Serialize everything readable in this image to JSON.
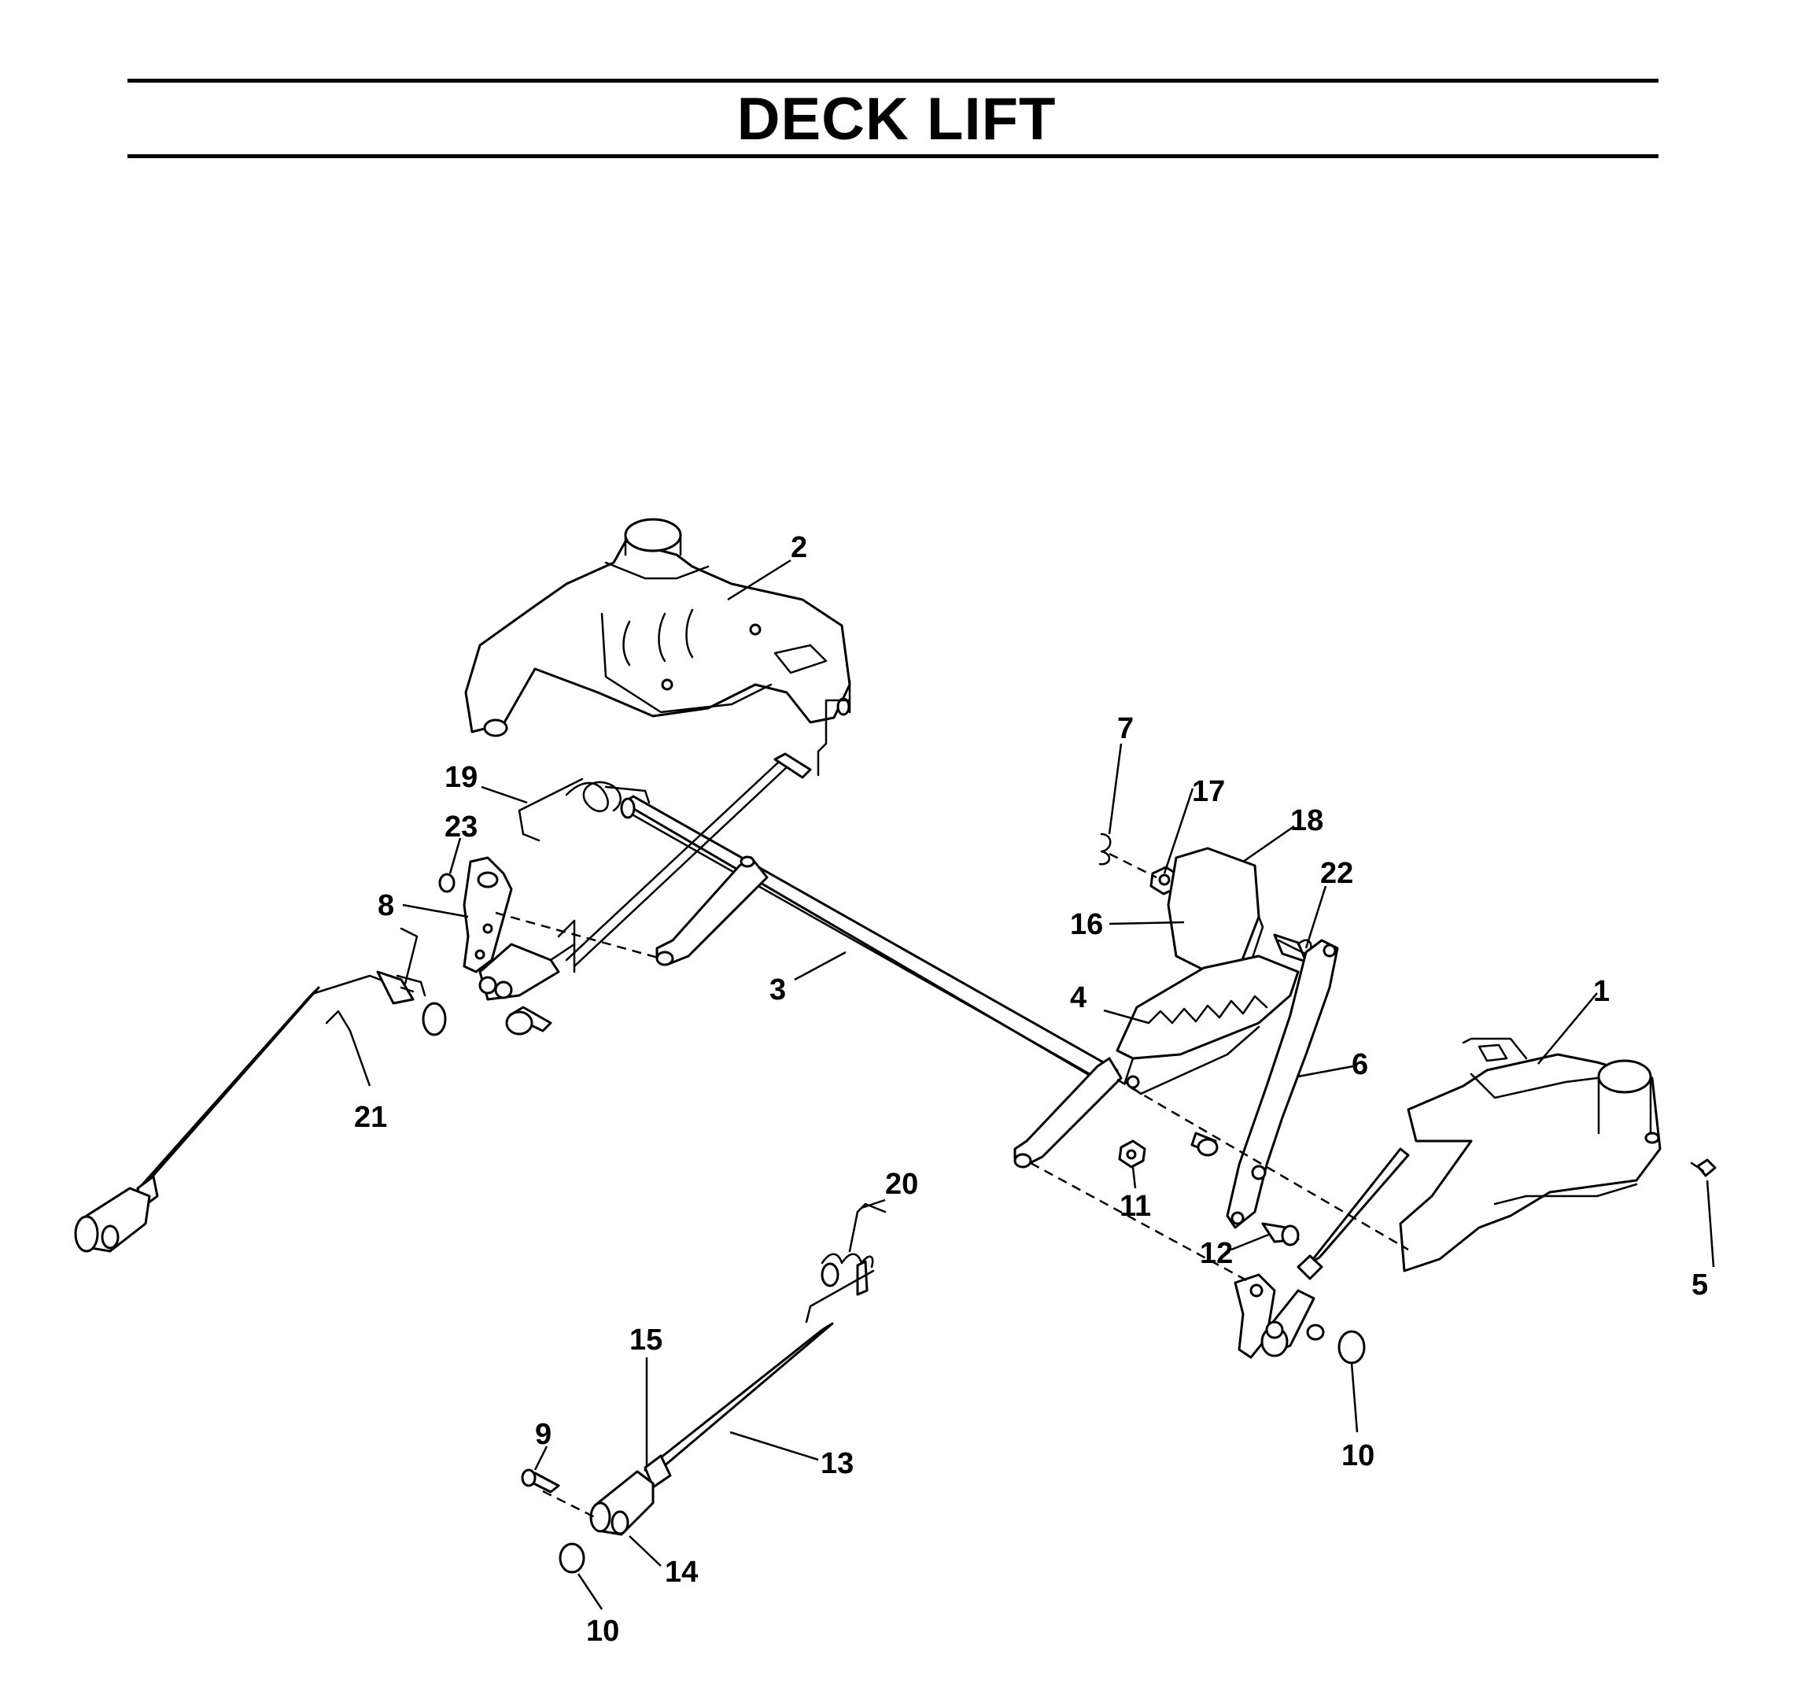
{
  "page": {
    "title": "DECK LIFT"
  },
  "callouts": [
    {
      "id": "c1",
      "label": "1"
    },
    {
      "id": "c2",
      "label": "2"
    },
    {
      "id": "c3",
      "label": "3"
    },
    {
      "id": "c4",
      "label": "4"
    },
    {
      "id": "c5",
      "label": "5"
    },
    {
      "id": "c6",
      "label": "6"
    },
    {
      "id": "c7",
      "label": "7"
    },
    {
      "id": "c8",
      "label": "8"
    },
    {
      "id": "c9",
      "label": "9"
    },
    {
      "id": "c10a",
      "label": "10"
    },
    {
      "id": "c10b",
      "label": "10"
    },
    {
      "id": "c11",
      "label": "11"
    },
    {
      "id": "c12",
      "label": "12"
    },
    {
      "id": "c13",
      "label": "13"
    },
    {
      "id": "c14",
      "label": "14"
    },
    {
      "id": "c15",
      "label": "15"
    },
    {
      "id": "c16",
      "label": "16"
    },
    {
      "id": "c17",
      "label": "17"
    },
    {
      "id": "c18",
      "label": "18"
    },
    {
      "id": "c19",
      "label": "19"
    },
    {
      "id": "c20",
      "label": "20"
    },
    {
      "id": "c21",
      "label": "21"
    },
    {
      "id": "c22",
      "label": "22"
    },
    {
      "id": "c23",
      "label": "23"
    }
  ]
}
